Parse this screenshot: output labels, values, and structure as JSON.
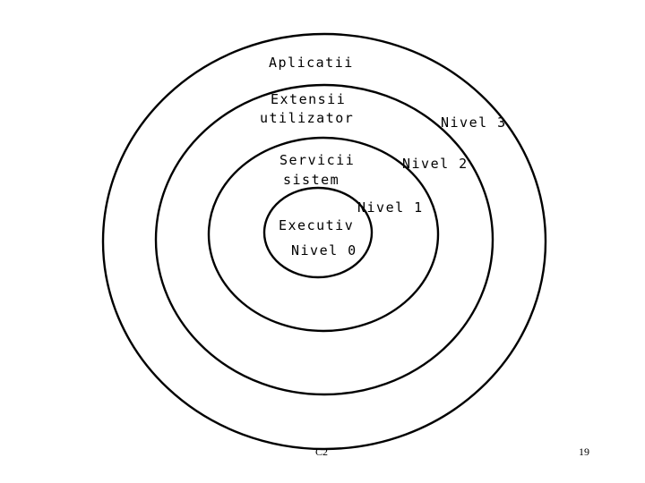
{
  "diagram": {
    "labels": {
      "aplicatii": "Aplicatii",
      "extensii_line1": "Extensii",
      "extensii_line2": "utilizator",
      "servicii_line1": "Servicii",
      "servicii_line2": "sistem",
      "executiv": "Executiv",
      "nivel0": "Nivel 0",
      "nivel1": "Nivel 1",
      "nivel2": "Nivel 2",
      "nivel3": "Nivel 3"
    },
    "stroke_color": "#000000"
  },
  "footer": {
    "left": "C2",
    "right": "19"
  }
}
